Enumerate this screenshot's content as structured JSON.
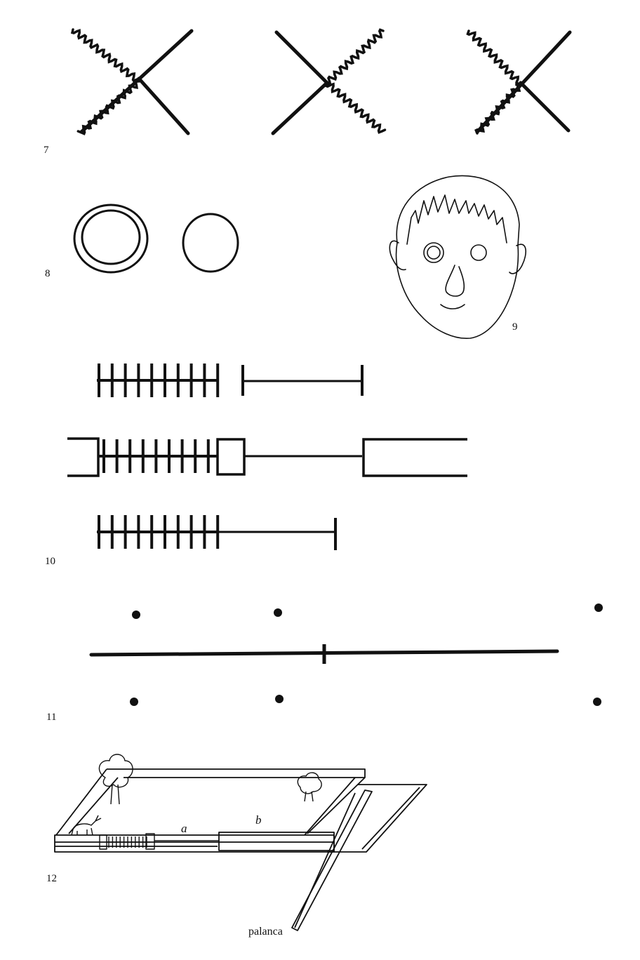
{
  "figures": {
    "fig7": {
      "number": "7"
    },
    "fig8": {
      "number": "8"
    },
    "fig9": {
      "number": "9"
    },
    "fig10": {
      "number": "10"
    },
    "fig11": {
      "number": "11"
    },
    "fig12": {
      "number": "12",
      "label_a": "a",
      "label_b": "b",
      "lever_label": "palanca"
    }
  },
  "ink_color": "#111111"
}
